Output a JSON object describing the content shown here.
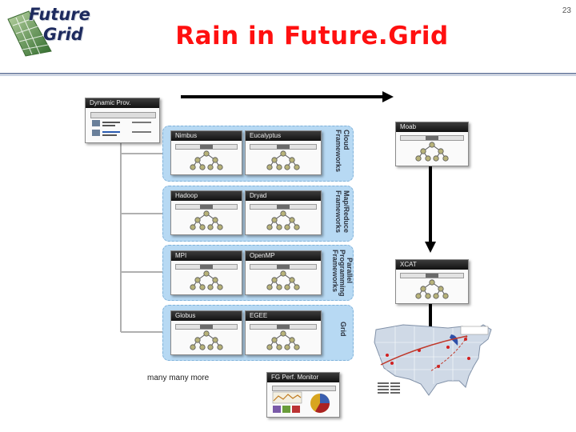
{
  "slide": {
    "title": "Rain in Future.Grid",
    "page_number": "23",
    "logo_line1": "Future",
    "logo_line2": "Grid"
  },
  "diagram": {
    "dynamic_prov_title": "Dynamic Prov.",
    "categories": [
      {
        "label_lines": [
          "Cloud",
          "Frameworks"
        ],
        "windows": [
          "Nimbus",
          "Eucalyptus"
        ]
      },
      {
        "label_lines": [
          "Map/Reduce",
          "Frameworks"
        ],
        "windows": [
          "Hadoop",
          "Dryad"
        ]
      },
      {
        "label_lines": [
          "Parallel",
          "Programming",
          "Frameworks"
        ],
        "windows": [
          "MPI",
          "OpenMP"
        ]
      },
      {
        "label_lines": [
          "Grid"
        ],
        "windows": [
          "Globus",
          "EGEE"
        ]
      }
    ],
    "many_more": "many many more",
    "right_windows": [
      "Moab",
      "XCAT"
    ],
    "monitor_title": "FG Perf. Monitor"
  },
  "colors": {
    "title_red": "#ff1010",
    "panel_blue": "#b7d9f3",
    "arrow": "#000000",
    "window_bar": "#1e1e1e"
  }
}
